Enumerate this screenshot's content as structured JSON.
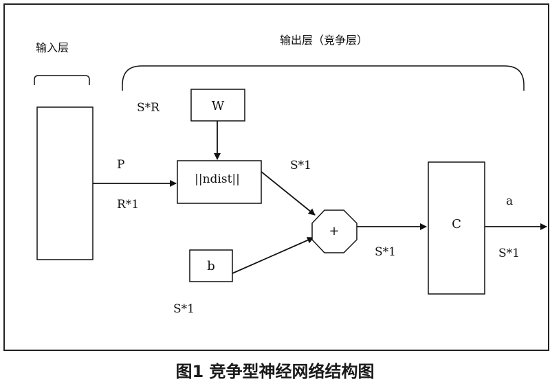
{
  "labels": {
    "input_layer": "输入层",
    "output_layer": "输出层（竞争层）",
    "sr": "S*R",
    "w": "W",
    "p": "P",
    "r1": "R*1",
    "ndist": "||ndist||",
    "s1_ndist": "S*1",
    "plus": "+",
    "b": "b",
    "s1_b": "S*1",
    "s1_sum": "S*1",
    "c": "C",
    "a": "a",
    "s1_out": "S*1"
  },
  "caption": "图1   竞争型神经网络结构图"
}
